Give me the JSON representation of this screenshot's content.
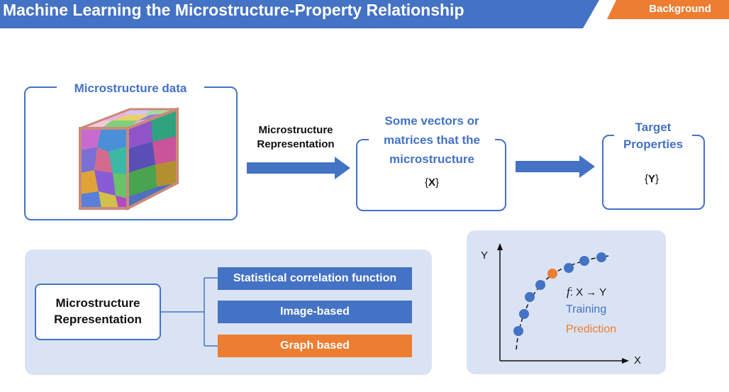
{
  "header": {
    "title": "Machine Learning the Microstructure-Property Relationship",
    "badge": "Background",
    "colors": {
      "title_bar": "#4472c4",
      "badge": "#ed7d31"
    }
  },
  "flow": {
    "microstructure_box_title": "Microstructure data",
    "arrow1_label_line1": "Microstructure",
    "arrow1_label_line2": "Representation",
    "vectors_title_line1": "Some vectors or",
    "vectors_title_line2": "matrices that the",
    "vectors_title_line3": "microstructure",
    "vectors_var_open": "{",
    "vectors_var": "X",
    "vectors_var_close": "}",
    "target_title_line1": "Target",
    "target_title_line2": "Properties",
    "target_var_open": "{",
    "target_var": "Y",
    "target_var_close": "}"
  },
  "representation": {
    "label_line1": "Microstructure",
    "label_line2": "Representation",
    "methods": [
      {
        "label": "Statistical correlation function",
        "color": "#4472c4"
      },
      {
        "label": "Image-based",
        "color": "#4472c4"
      },
      {
        "label": "Graph based",
        "color": "#ed7d31"
      }
    ]
  },
  "plot": {
    "y_axis_label": "Y",
    "x_axis_label": "X",
    "function_symbol": "f",
    "function_text": ": X → Y",
    "legend_training": "Training",
    "legend_prediction": "Prediction",
    "colors": {
      "training": "#4472c4",
      "prediction": "#ed7d31"
    }
  }
}
